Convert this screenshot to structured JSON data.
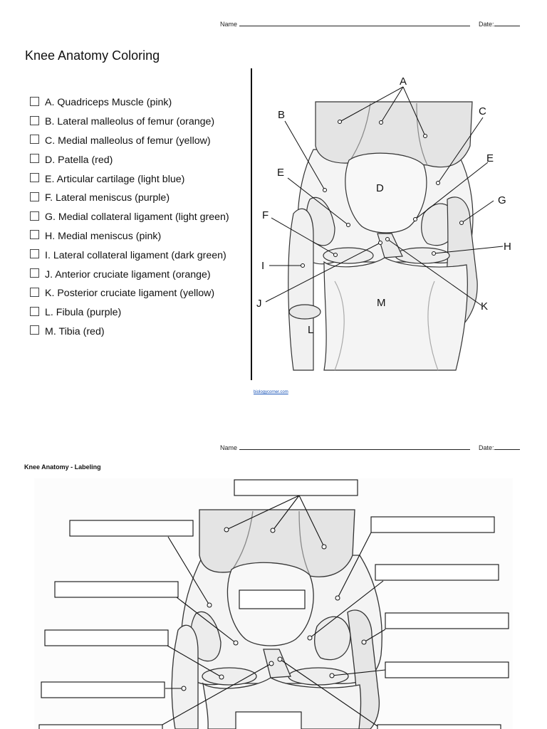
{
  "page1": {
    "name_label": "Name",
    "date_label": "Date:",
    "title": "Knee Anatomy Coloring",
    "key_items": [
      {
        "text": "A. Quadriceps Muscle (pink)"
      },
      {
        "text": "B. Lateral malleolus of femur (orange)"
      },
      {
        "text": "C. Medial malleolus of femur (yellow)"
      },
      {
        "text": "D. Patella (red)"
      },
      {
        "text": "E. Articular cartilage (light blue)"
      },
      {
        "text": "F. Lateral meniscus (purple)"
      },
      {
        "text": "G. Medial collateral ligament (light green)"
      },
      {
        "text": "H.  Medial meniscus (pink)"
      },
      {
        "text": "I. Lateral collateral ligament (dark green)"
      },
      {
        "text": "J. Anterior cruciate ligament (orange)"
      },
      {
        "text": "K. Posterior cruciate ligament (yellow)"
      },
      {
        "text": "L. Fibula (purple)"
      },
      {
        "text": "M. Tibia (red)"
      }
    ],
    "diagram_labels": {
      "A": "A",
      "B": "B",
      "C": "C",
      "D": "D",
      "E_left": "E",
      "E_right": "E",
      "F": "F",
      "G": "G",
      "H": "H",
      "I": "I",
      "J": "J",
      "K": "K",
      "L": "L",
      "M": "M"
    },
    "credit": "biologycorner.com"
  },
  "page2": {
    "name_label": "Name",
    "date_label": "Date:",
    "title": "Knee Anatomy - Labeling"
  },
  "colors": {
    "ink": "#111111",
    "bone_fill": "#f4f4f4",
    "muscle_fill": "#e2e2e2",
    "link": "#1a55b8"
  }
}
